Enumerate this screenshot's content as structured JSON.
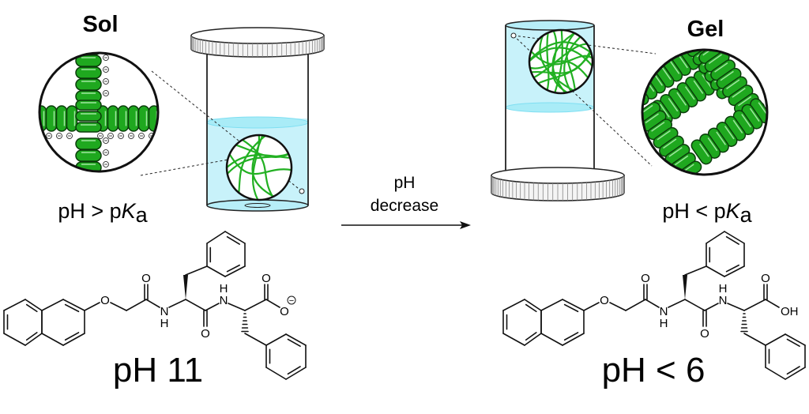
{
  "sol": {
    "title": "Sol",
    "condition_prefix": "pH > p",
    "condition_k": "K",
    "condition_sub": "a"
  },
  "gel": {
    "title": "Gel",
    "condition_prefix": "pH < p",
    "condition_k": "K",
    "condition_sub": "a"
  },
  "arrow": {
    "line1": "pH",
    "line2": "decrease"
  },
  "molecule_left": {
    "ph_label": "pH 11",
    "ether_o": "O",
    "amide1_o": "O",
    "amide1_n": "N",
    "amide1_h": "H",
    "amide2_o": "O",
    "amide2_n": "N",
    "amide2_h": "H",
    "acid_o_top": "O",
    "acid_o": "O",
    "charge": "−"
  },
  "molecule_right": {
    "ph_label": "pH < 6",
    "ether_o": "O",
    "amide1_o": "O",
    "amide1_n": "N",
    "amide1_h": "H",
    "amide2_o": "O",
    "amide2_n": "N",
    "amide2_h": "H",
    "acid_o_top": "O",
    "acid_o": "OH"
  },
  "colors": {
    "fiber": "#22b022",
    "rod": "#1fa81f",
    "liquid": "#c8f2fa",
    "liquid_edge": "#7fdff2"
  }
}
